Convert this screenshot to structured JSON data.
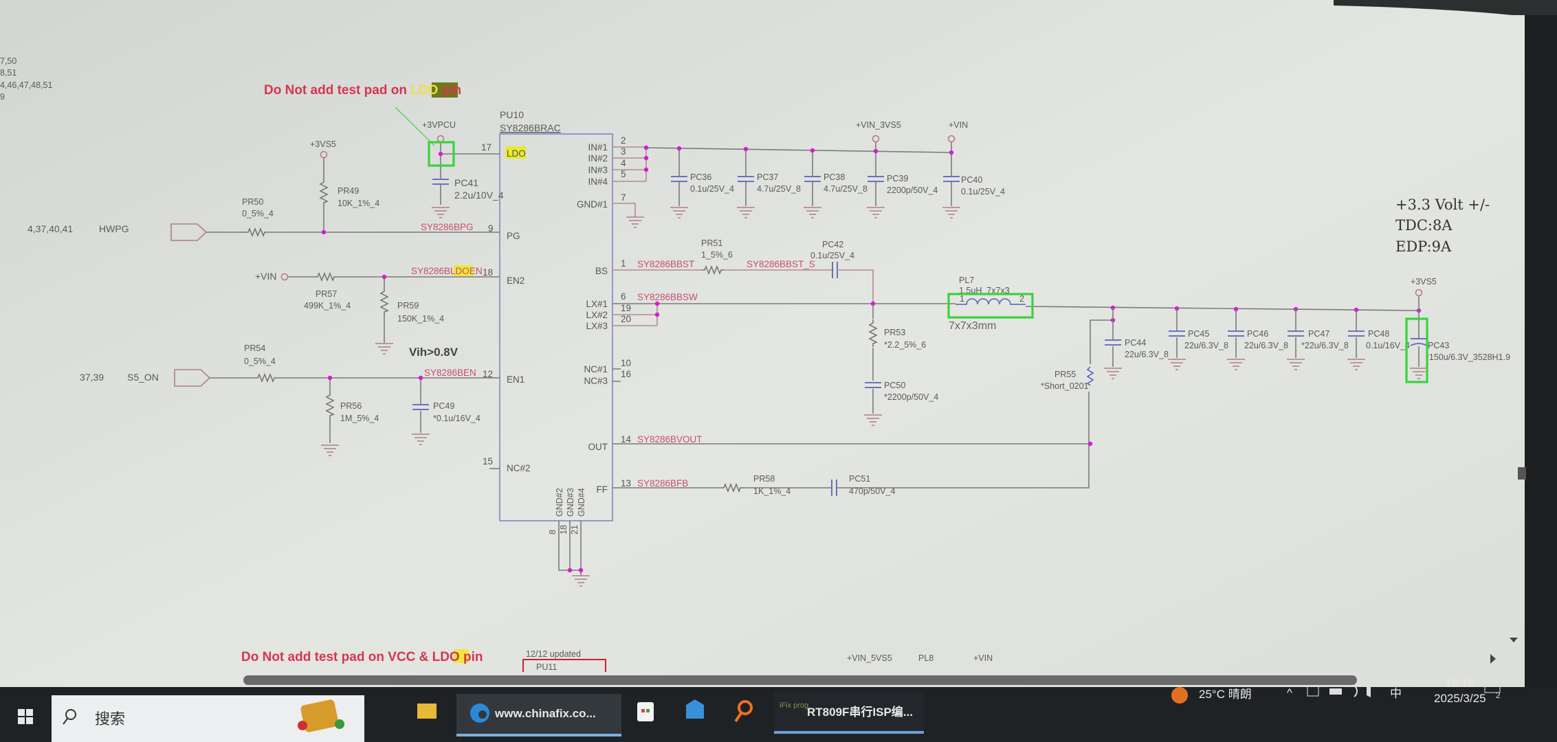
{
  "left_refs": [
    "7,50",
    "8,51",
    "4,46,47,48,51",
    "9"
  ],
  "notes": {
    "ldo_warning": {
      "pre": "Do Not add test pad on ",
      "hl": "LDO",
      "post": " pin"
    },
    "bottom_warning": {
      "pre": "Do Not add test pad on VCC & ",
      "hl": "LDO",
      "post": " pin"
    },
    "vih": "Vih>0.8V",
    "spec": [
      "+3.3 Volt +/-",
      "TDC:8A",
      "EDP:9A"
    ],
    "updated": "12/12 updated",
    "pu11": "PU11",
    "bottom_nets": [
      "+VIN_5VS5",
      "PL8",
      "+VIN"
    ]
  },
  "chip": {
    "ref": "PU10",
    "part": "SY8286BRAC",
    "left_pins": [
      {
        "num": "17",
        "name": "LDO"
      },
      {
        "num": "9",
        "name": "PG"
      },
      {
        "num": "18",
        "name": "EN2"
      },
      {
        "num": "12",
        "name": "EN1"
      },
      {
        "num": "15",
        "name": "NC#2"
      }
    ],
    "right_pins": [
      {
        "num": "2",
        "name": "IN#1"
      },
      {
        "num": "3",
        "name": "IN#2"
      },
      {
        "num": "4",
        "name": "IN#3"
      },
      {
        "num": "5",
        "name": "IN#4"
      },
      {
        "num": "7",
        "name": "GND#1"
      },
      {
        "num": "1",
        "name": "BS"
      },
      {
        "num": "6",
        "name": "LX#1"
      },
      {
        "num": "19",
        "name": "LX#2"
      },
      {
        "num": "20",
        "name": "LX#3"
      },
      {
        "num": "10",
        "name": "NC#1"
      },
      {
        "num": "16",
        "name": "NC#3"
      },
      {
        "num": "14",
        "name": "OUT"
      },
      {
        "num": "13",
        "name": "FF"
      }
    ],
    "bottom_pins": [
      {
        "num": "8",
        "name": "GND#2"
      },
      {
        "num": "18",
        "name": "GND#3"
      },
      {
        "num": "21",
        "name": "GND#4"
      }
    ]
  },
  "nets": {
    "pg": "SY8286BPG",
    "ldoen_pre": "SY8286B",
    "ldoen_hl": "LDO",
    "ldoen_post": "EN",
    "en": "SY8286BEN",
    "bst": "SY8286BBST",
    "bst_s": "SY8286BBST_S",
    "sw": "SY8286BBSW",
    "vout": "SY8286BVOUT",
    "fb": "SY8286BFB"
  },
  "ports": {
    "hwpg": {
      "refs": "4,37,40,41",
      "name": "HWPG"
    },
    "s5on": {
      "refs": "37,39",
      "name": "S5_ON"
    }
  },
  "power": {
    "vpcu": "+3VPCU",
    "vs5_left": "+3VS5",
    "vin_en": "+VIN",
    "vin_3vs5": "+VIN_3VS5",
    "vin": "+VIN",
    "vs5_right": "+3VS5"
  },
  "parts": {
    "PC41": {
      "ref": "PC41",
      "val": "2.2u/10V_4"
    },
    "PR49": {
      "ref": "PR49",
      "val": "10K_1%_4"
    },
    "PR50": {
      "ref": "PR50",
      "val": "0_5%_4"
    },
    "PR57": {
      "ref": "PR57",
      "val": "499K_1%_4"
    },
    "PR59": {
      "ref": "PR59",
      "val": "150K_1%_4"
    },
    "PR54": {
      "ref": "PR54",
      "val": "0_5%_4"
    },
    "PR56": {
      "ref": "PR56",
      "val": "1M_5%_4"
    },
    "PC49": {
      "ref": "PC49",
      "val": "*0.1u/16V_4"
    },
    "PC36": {
      "ref": "PC36",
      "val": "0.1u/25V_4"
    },
    "PC37": {
      "ref": "PC37",
      "val": "4.7u/25V_8"
    },
    "PC38": {
      "ref": "PC38",
      "val": "4.7u/25V_8"
    },
    "PC39": {
      "ref": "PC39",
      "val": "2200p/50V_4"
    },
    "PC40": {
      "ref": "PC40",
      "val": "0.1u/25V_4"
    },
    "PR51": {
      "ref": "PR51",
      "val": "1_5%_6"
    },
    "PC42": {
      "ref": "PC42",
      "val": "0.1u/25V_4"
    },
    "PL7": {
      "ref": "PL7",
      "val": "1.5uH_7x7x3",
      "size": "7x7x3mm",
      "pin1": "1",
      "pin2": "2"
    },
    "PR53": {
      "ref": "PR53",
      "val": "*2.2_5%_6"
    },
    "PC50": {
      "ref": "PC50",
      "val": "*2200p/50V_4"
    },
    "PR58": {
      "ref": "PR58",
      "val": "1K_1%_4"
    },
    "PC51": {
      "ref": "PC51",
      "val": "470p/50V_4"
    },
    "PR55": {
      "ref": "PR55",
      "val": "*Short_0201"
    },
    "PC44": {
      "ref": "PC44",
      "val": "22u/6.3V_8"
    },
    "PC45": {
      "ref": "PC45",
      "val": "22u/6.3V_8"
    },
    "PC46": {
      "ref": "PC46",
      "val": "22u/6.3V_8"
    },
    "PC47": {
      "ref": "PC47",
      "val": "*22u/6.3V_8"
    },
    "PC48": {
      "ref": "PC48",
      "val": "0.1u/16V_4"
    },
    "PC43": {
      "ref": "PC43",
      "val": "*150u/6.3V_3528H1.9"
    }
  },
  "taskbar": {
    "search_label": "搜索",
    "edge_label": "www.chinafix.co...",
    "ifix_icon_text": "iFix prog",
    "rt809_label": "RT809F串行ISP编...",
    "weather": "25°C 晴朗",
    "ime": "中",
    "time": "18:19",
    "date": "2025/3/25",
    "notif_count": "2"
  }
}
